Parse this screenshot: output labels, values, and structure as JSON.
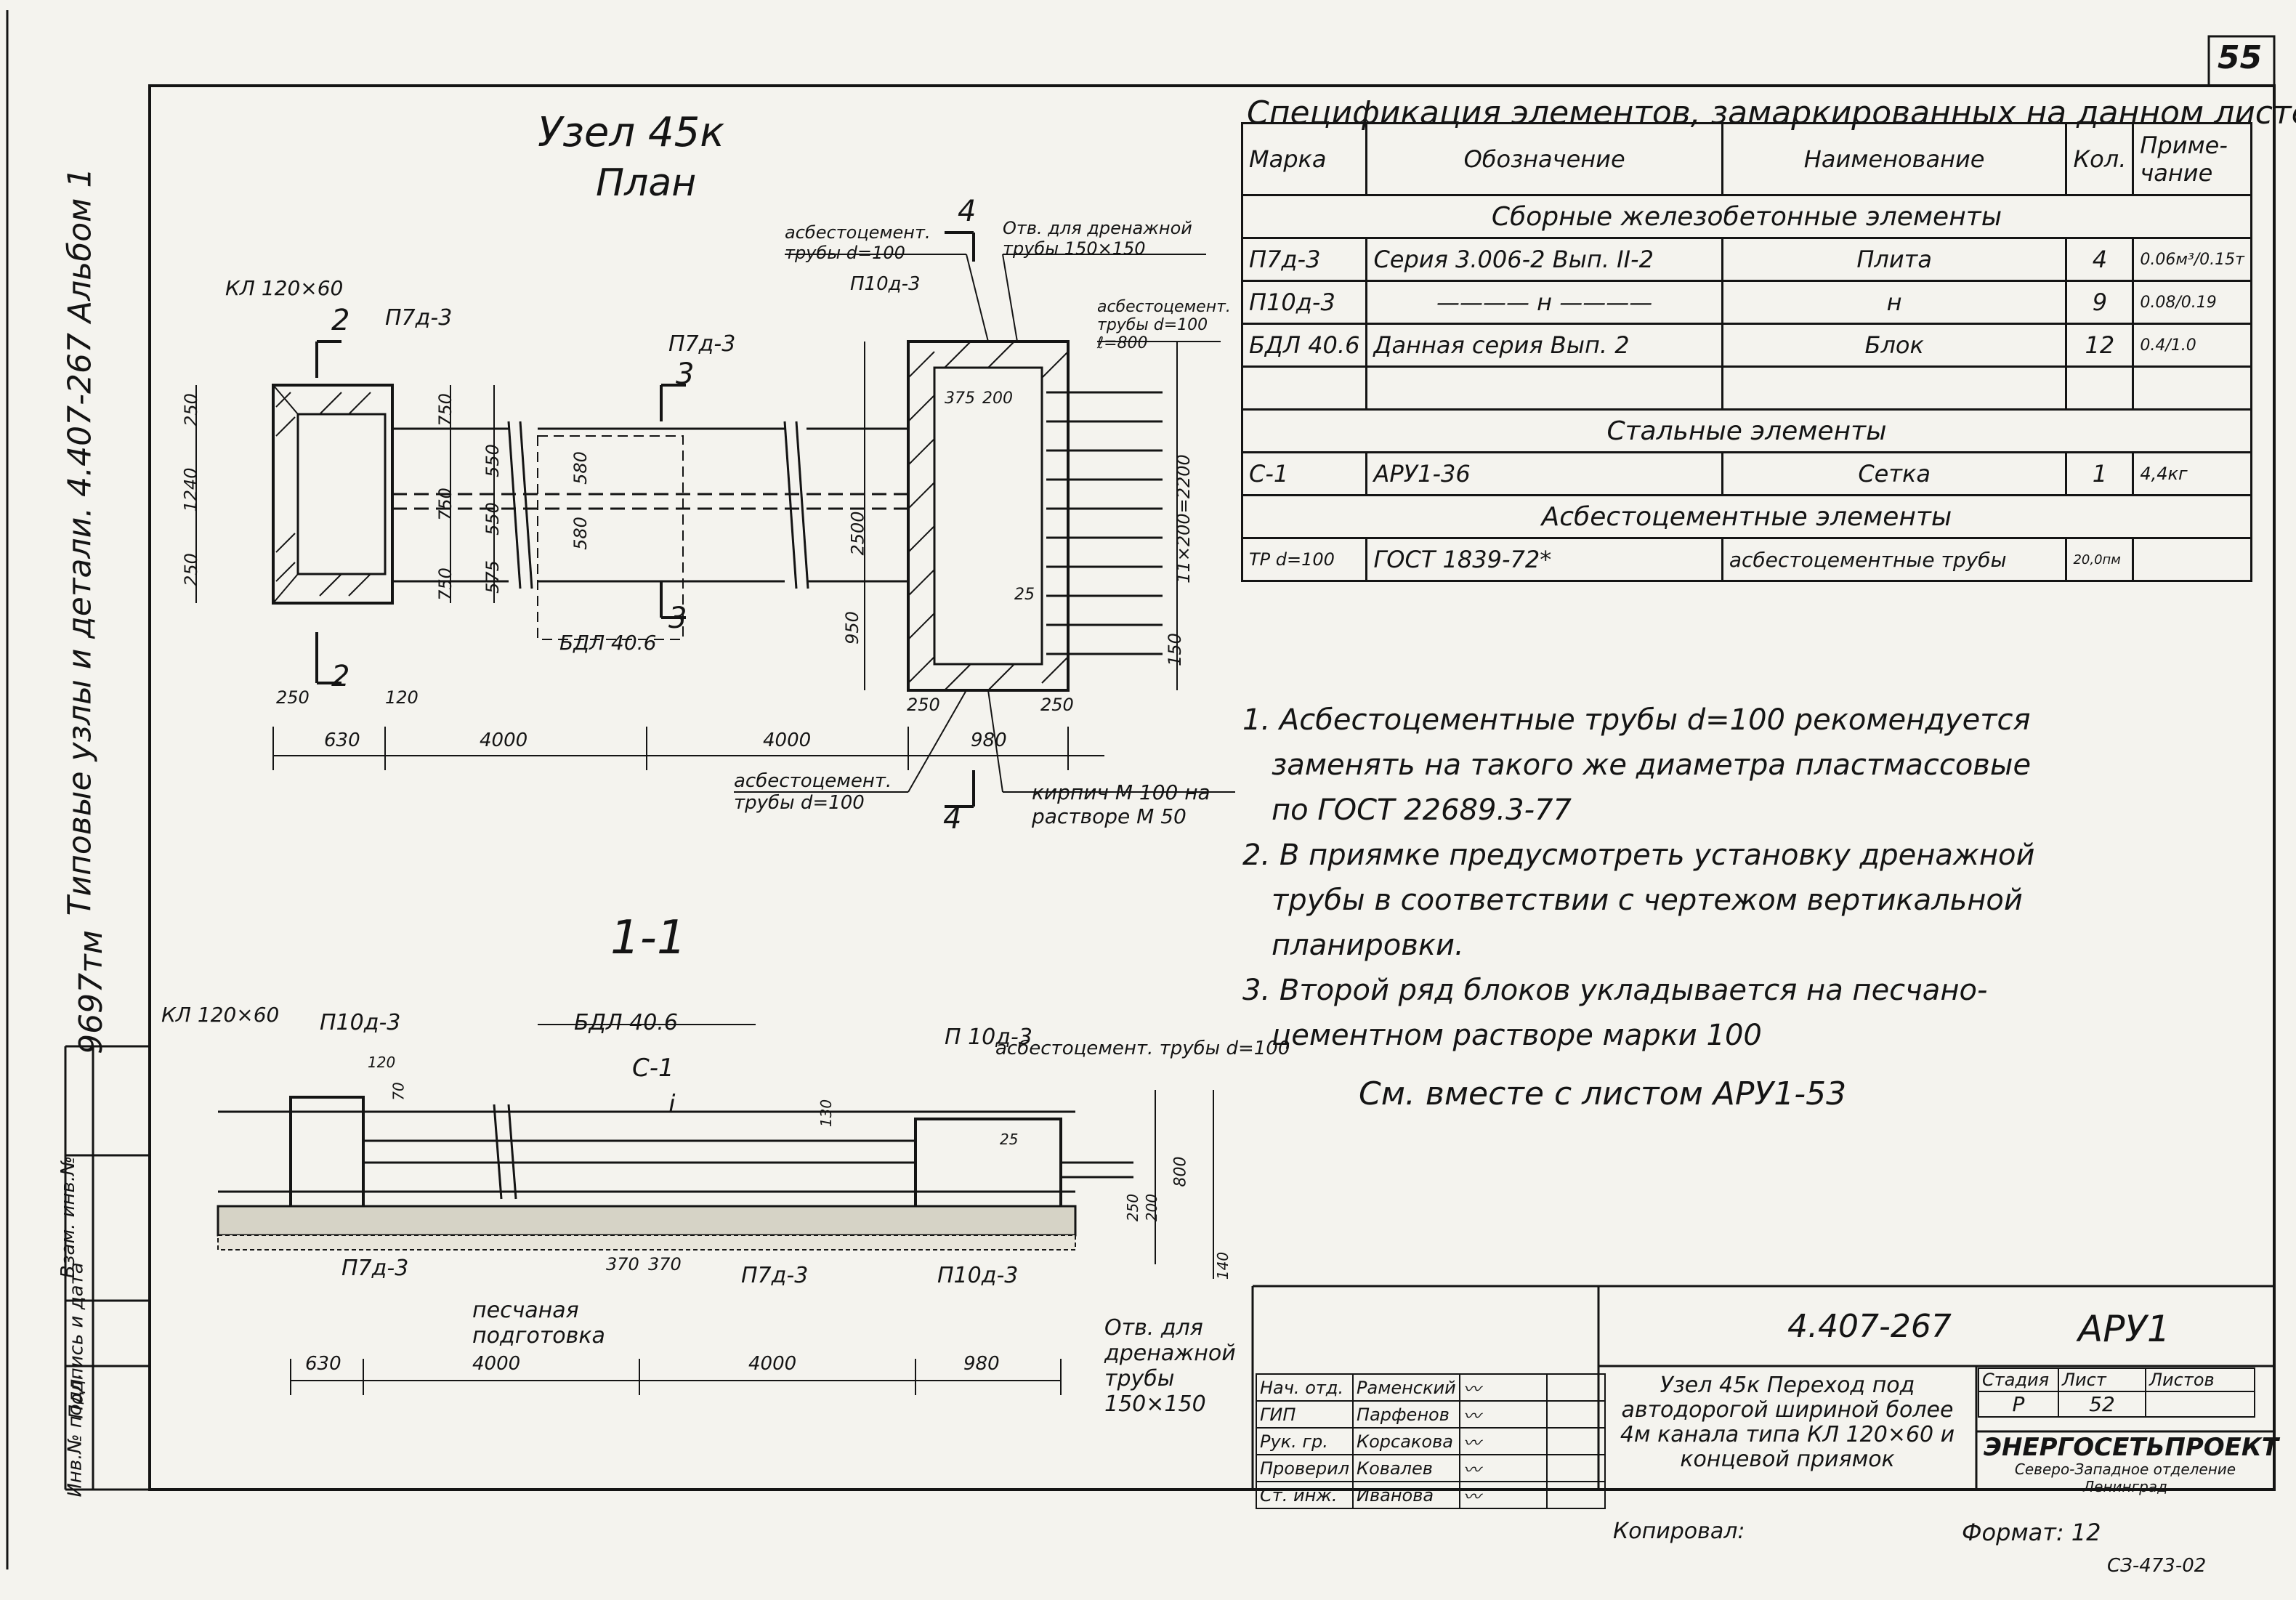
{
  "sheet": {
    "page_number": "55",
    "album_label": "Типовые узлы и детали. 4.407-267 Альбом 1",
    "archive_number": "9697тм"
  },
  "side_stamp": [
    "Инв.№ подл.",
    "Подпись и дата",
    "Взам. инв.№"
  ],
  "plan": {
    "title": "Узел 45к",
    "subtitle": "План",
    "labels": {
      "kl": "КЛ 120×60",
      "p7d3": "П7д-3",
      "p7d3b": "П7д-3",
      "p10d3": "П10д-3",
      "bdl": "БДЛ 40.6",
      "asb_top": "асбестоцемент. трубы d=100",
      "otv_top": "Отв. для дренажной трубы 150×150",
      "asb_right": "асбестоцемент. трубы d=100 ℓ=800",
      "asb_bottom": "асбестоцемент. трубы d=100",
      "brick": "кирпич М 100 на растворе М 50",
      "spacing": "11×200=2200"
    },
    "cuts": [
      "2",
      "3",
      "4"
    ],
    "dims": {
      "d250": "250",
      "d1240": "1240",
      "d750": "750",
      "d550": "550",
      "d580": "580",
      "d575": "575",
      "d2500": "2500",
      "d950": "950",
      "d375": "375",
      "d200": "200",
      "d25": "25",
      "d150": "150",
      "d630": "630",
      "d4000": "4000",
      "d980": "980",
      "d120": "120"
    }
  },
  "section": {
    "title": "1-1",
    "labels": {
      "kl": "КЛ 120×60",
      "p10d3a": "П10д-3",
      "bdl": "БДЛ 40.6",
      "p10d3b": "П 10д-3",
      "asb": "асбестоцемент. трубы d=100",
      "c1": "С-1",
      "slope": "i",
      "p7d3": "П7д-3",
      "p7d3b": "П7д-3",
      "p10d3c": "П10д-3",
      "sand": "песчаная подготовка",
      "otv": "Отв. для дренажной трубы 150×150"
    },
    "dims": {
      "d120": "120",
      "d70": "70",
      "d130": "130",
      "d800": "800",
      "d250": "250",
      "d200": "200",
      "d140": "140",
      "d370": "370",
      "d630": "630",
      "d4000": "4000",
      "d980": "980",
      "d25": "25"
    }
  },
  "spec": {
    "title": "Спецификация элементов, замаркированных на данном листе",
    "headers": [
      "Марка",
      "Обозначение",
      "Наименование",
      "Кол.",
      "Приме-чание"
    ],
    "sections": [
      {
        "title": "Сборные железобетонные элементы",
        "rows": [
          [
            "П7д-3",
            "Серия 3.006-2 Вып. II-2",
            "Плита",
            "4",
            "0.06м³/0.15т"
          ],
          [
            "П10д-3",
            "———— н ————",
            "н",
            "9",
            "0.08/0.19"
          ],
          [
            "БДЛ 40.6",
            "Данная серия Вып. 2",
            "Блок",
            "12",
            "0.4/1.0"
          ],
          [
            "",
            "",
            "",
            "",
            ""
          ]
        ]
      },
      {
        "title": "Стальные элементы",
        "rows": [
          [
            "С-1",
            "АРУ1-36",
            "Сетка",
            "1",
            "4,4кг"
          ]
        ]
      },
      {
        "title": "Асбестоцементные элементы",
        "rows": [
          [
            "ТР d=100",
            "ГОСТ 1839-72*",
            "асбестоцементные трубы",
            "20,0пм",
            ""
          ]
        ]
      }
    ]
  },
  "notes": [
    "1. Асбестоцементные трубы d=100 рекомендуется",
    "заменять на такого же диаметра пластмассовые",
    "по ГОСТ 22689.3-77",
    "2. В приямке предусмотреть установку дренажной",
    "трубы в соответствии с чертежом вертикальной",
    "планировки.",
    "3. Второй ряд блоков укладывается на песчано-",
    "цементном растворе марки 100"
  ],
  "see_also": "См. вместе с листом АРУ1-53",
  "title_block": {
    "doc_number": "4.407-267",
    "code": "АРУ1",
    "description": "Узел 45к Переход под автодорогой шириной более 4м канала типа КЛ 120×60 и концевой приямок",
    "staff": [
      [
        "Нач. отд.",
        "Раменский"
      ],
      [
        "ГИП",
        "Парфенов"
      ],
      [
        "Рук. гр.",
        "Корсакова"
      ],
      [
        "Проверил",
        "Ковалев"
      ],
      [
        "Ст. инж.",
        "Иванова"
      ]
    ],
    "stage_headers": [
      "Стадия",
      "Лист",
      "Листов"
    ],
    "stage": "Р",
    "sheet": "52",
    "sheets": "",
    "org_name": "ЭНЕРГОСЕТЬПРОЕКТ",
    "org_branch": "Северо-Западное отделение Ленинград",
    "copied_by": "Копировал:",
    "format": "Формат: 12",
    "bottom_code": "СЗ-473-02"
  }
}
